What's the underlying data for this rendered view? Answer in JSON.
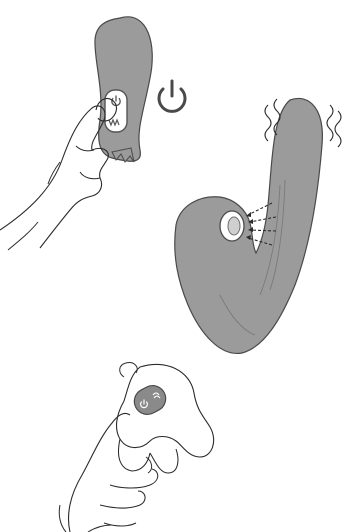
{
  "colors": {
    "device_fill": "#9b9b9b",
    "device_stroke": "#4a4a4a",
    "line": "#2b2b2b",
    "background": "#ffffff",
    "button_fill": "#ffffff",
    "button_dark": "#6f6f6f"
  },
  "illustrations": [
    {
      "id": "hand-holding-remote",
      "icons": [
        "power-icon",
        "wave-icon"
      ]
    },
    {
      "id": "standalone-power-symbol",
      "icons": [
        "power-icon"
      ]
    },
    {
      "id": "device-in-use",
      "icons": [
        "vibration-lines",
        "suction-arrows"
      ]
    },
    {
      "id": "hand-holding-device-bottom",
      "icons": [
        "power-icon",
        "wave-icon"
      ]
    }
  ]
}
